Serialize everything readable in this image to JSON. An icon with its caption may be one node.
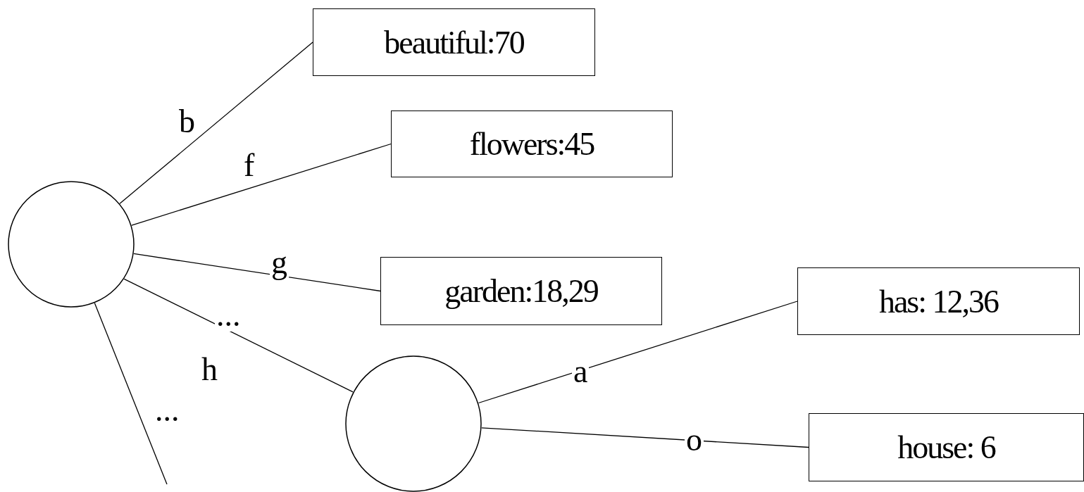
{
  "diagram": {
    "nodes": [
      {
        "text": [],
        "shape": "circle"
      },
      {
        "text": [
          "beautiful:70"
        ]
      },
      {
        "text": [
          "flowers:45"
        ]
      },
      {
        "text": [
          "garden:18,29"
        ]
      },
      {
        "text": [],
        "shape": "circle"
      },
      {
        "text": [
          "has: 12,36"
        ]
      },
      {
        "text": [
          "house: 6"
        ]
      }
    ],
    "edges": [
      {
        "from": 0,
        "to": 1,
        "arrow": "none",
        "label": "b"
      },
      {
        "from": 0,
        "to": 2,
        "arrow": "none",
        "label": "f"
      },
      {
        "from": 0,
        "to": 3,
        "arrow": "none",
        "label": "g"
      },
      {
        "from": 0,
        "to": 4,
        "arrow": "none",
        "label": "h"
      },
      {
        "from": 0,
        "to": null,
        "arrow": "none",
        "label": "..."
      },
      {
        "from": 4,
        "to": 5,
        "arrow": "none",
        "label": "a"
      },
      {
        "from": 4,
        "to": 6,
        "arrow": "none",
        "label": "o"
      }
    ],
    "labels": [
      "..."
    ]
  }
}
